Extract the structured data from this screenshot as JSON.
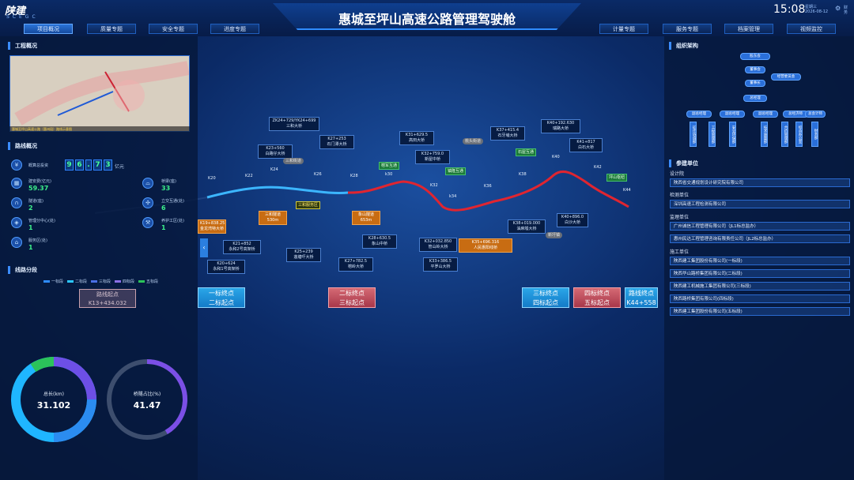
{
  "header": {
    "logo": "陕建",
    "logo_sub": "SCEGC",
    "title": "惠城至坪山高速公路管理驾驶舱",
    "time": "15:08",
    "weekday": "星期三",
    "date": "2026-08-12",
    "user": "财务"
  },
  "tabs_left": [
    "项目概况",
    "质量专题",
    "安全专题",
    "进度专题"
  ],
  "tabs_right": [
    "计量专题",
    "服务专题",
    "档案管理",
    "视频监控"
  ],
  "left": {
    "section_project": "工程概况",
    "thumb_caption": "惠城至坪山高速公路（惠州段）路线示意图",
    "section_route": "路线概况",
    "invest_label": "概算总投资",
    "invest_digits": [
      "9",
      "6",
      ".",
      "7",
      "3"
    ],
    "invest_unit": "亿元",
    "stats": [
      {
        "label": "建安费(亿元)",
        "value": "59.37"
      },
      {
        "label": "隧道(座)",
        "value": "2"
      },
      {
        "label": "管理分中心(处)",
        "value": "1"
      },
      {
        "label": "服务区(处)",
        "value": "1"
      },
      {
        "label": "桥梁(座)",
        "value": "33"
      },
      {
        "label": "立交互通(处)",
        "value": "6"
      },
      {
        "label": "养护工区(处)",
        "value": "1"
      }
    ],
    "section_segment": "线路分段",
    "legend": [
      "一标段",
      "二标段",
      "三标段",
      "四标段",
      "五标段"
    ],
    "legend_colors": [
      "#2f8cff",
      "#2cc6ff",
      "#4b6fe6",
      "#8a6fe6",
      "#2bc35a"
    ],
    "route_start": "路线起点",
    "route_start_k": "K13+434.032",
    "ring1_label": "总长(km)",
    "ring1_value": "31.102",
    "ring2_label": "桥隧占比(%)",
    "ring2_value": "41.47",
    "ring2_fraction": 0.4147
  },
  "map": {
    "k_marks": [
      "K20",
      "K22",
      "K24",
      "K26",
      "K28",
      "k30",
      "K32",
      "k34",
      "K36",
      "K38",
      "K40",
      "K42",
      "K44"
    ],
    "bridges": [
      {
        "k": "ZK24+729/YK24+699",
        "n": "三和大桥"
      },
      {
        "k": "K23+560",
        "n": "白路仔大桥"
      },
      {
        "k": "K27+253",
        "n": "石门潭大桥"
      },
      {
        "k": "K31+629.5",
        "n": "高田大桥"
      },
      {
        "k": "K32+759.0",
        "n": "新屋中桥"
      },
      {
        "k": "K37+415.4",
        "n": "石牙埔大桥"
      },
      {
        "k": "K40+192.630",
        "n": "瑞路大桥"
      },
      {
        "k": "K41+817",
        "n": "白石大桥"
      },
      {
        "k": "K21+852",
        "n": "永和2号高架桥"
      },
      {
        "k": "K20+624",
        "n": "永和1号高架桥"
      },
      {
        "k": "K25+239",
        "n": "莲塘吓大桥"
      },
      {
        "k": "K28+630.5",
        "n": "象山中桥"
      },
      {
        "k": "K27+782.5",
        "n": "榕岭大桥"
      },
      {
        "k": "K32+032.850",
        "n": "管山岭大桥"
      },
      {
        "k": "K33+386.5",
        "n": "平罗山大桥"
      },
      {
        "k": "K38+019.000",
        "n": "油麻墟大桥"
      },
      {
        "k": "K40+896.0",
        "n": "白沙大桥"
      }
    ],
    "orange": [
      {
        "a": "三和隧道",
        "b": "530m"
      },
      {
        "a": "象山隧道",
        "b": "653m"
      },
      {
        "a": "K35+696.316",
        "b": "人民惠阳线桥"
      },
      {
        "a": "K19+838.25",
        "b": "金龙湾特大桥"
      }
    ],
    "greens": [
      "榕军互通",
      "镇隆互通",
      "石屋互通",
      "坪山枢纽"
    ],
    "yellow": "三和服务区",
    "grays": [
      "三和街道",
      "桃头街道",
      "新圩镇"
    ],
    "big_boxes": [
      {
        "a": "一标终点",
        "b": "二标起点"
      },
      {
        "a": "二标终点",
        "b": "三标起点"
      },
      {
        "a": "三标终点",
        "b": "四标起点"
      },
      {
        "a": "四标终点",
        "b": "五标起点"
      },
      {
        "a": "路线终点",
        "b": "K44+558"
      }
    ]
  },
  "right": {
    "section_org": "组织架构",
    "org_top": [
      "股东会",
      "董事会",
      "董事长",
      "总经理"
    ],
    "org_side": "经营委员会",
    "org_mid": [
      "副总经理",
      "副总经理",
      "副总经理",
      "总经济师",
      "总会计师"
    ],
    "org_depts": [
      "征迁协调部",
      "工程管理部",
      "安全环保部",
      "技术质量部",
      "合约管理部",
      "综合办公室",
      "财务部"
    ],
    "section_units": "参建单位",
    "unit_groups": [
      {
        "head": "设计院",
        "rows": [
          "陕西省交通规划设计研究院有限公司"
        ]
      },
      {
        "head": "检测单位",
        "rows": [
          "深圳高速工程检测有限公司"
        ]
      },
      {
        "head": "监理单位",
        "rows": [
          "广州诚信工程管理有限公司（JL1标总监办）",
          "惠州民达工程管理咨询有限责任公司（JL2标总监办）"
        ]
      },
      {
        "head": "施工单位",
        "rows": [
          "陕西建工集团股份有限公司(一标段)",
          "陕西华山路桥集团有限公司(二标段)",
          "陕西建工机械施工集团有限公司(三标段)",
          "陕西路桥集团有限公司(四标段)",
          "陕西建工集团股份有限公司(五标段)"
        ]
      }
    ]
  }
}
